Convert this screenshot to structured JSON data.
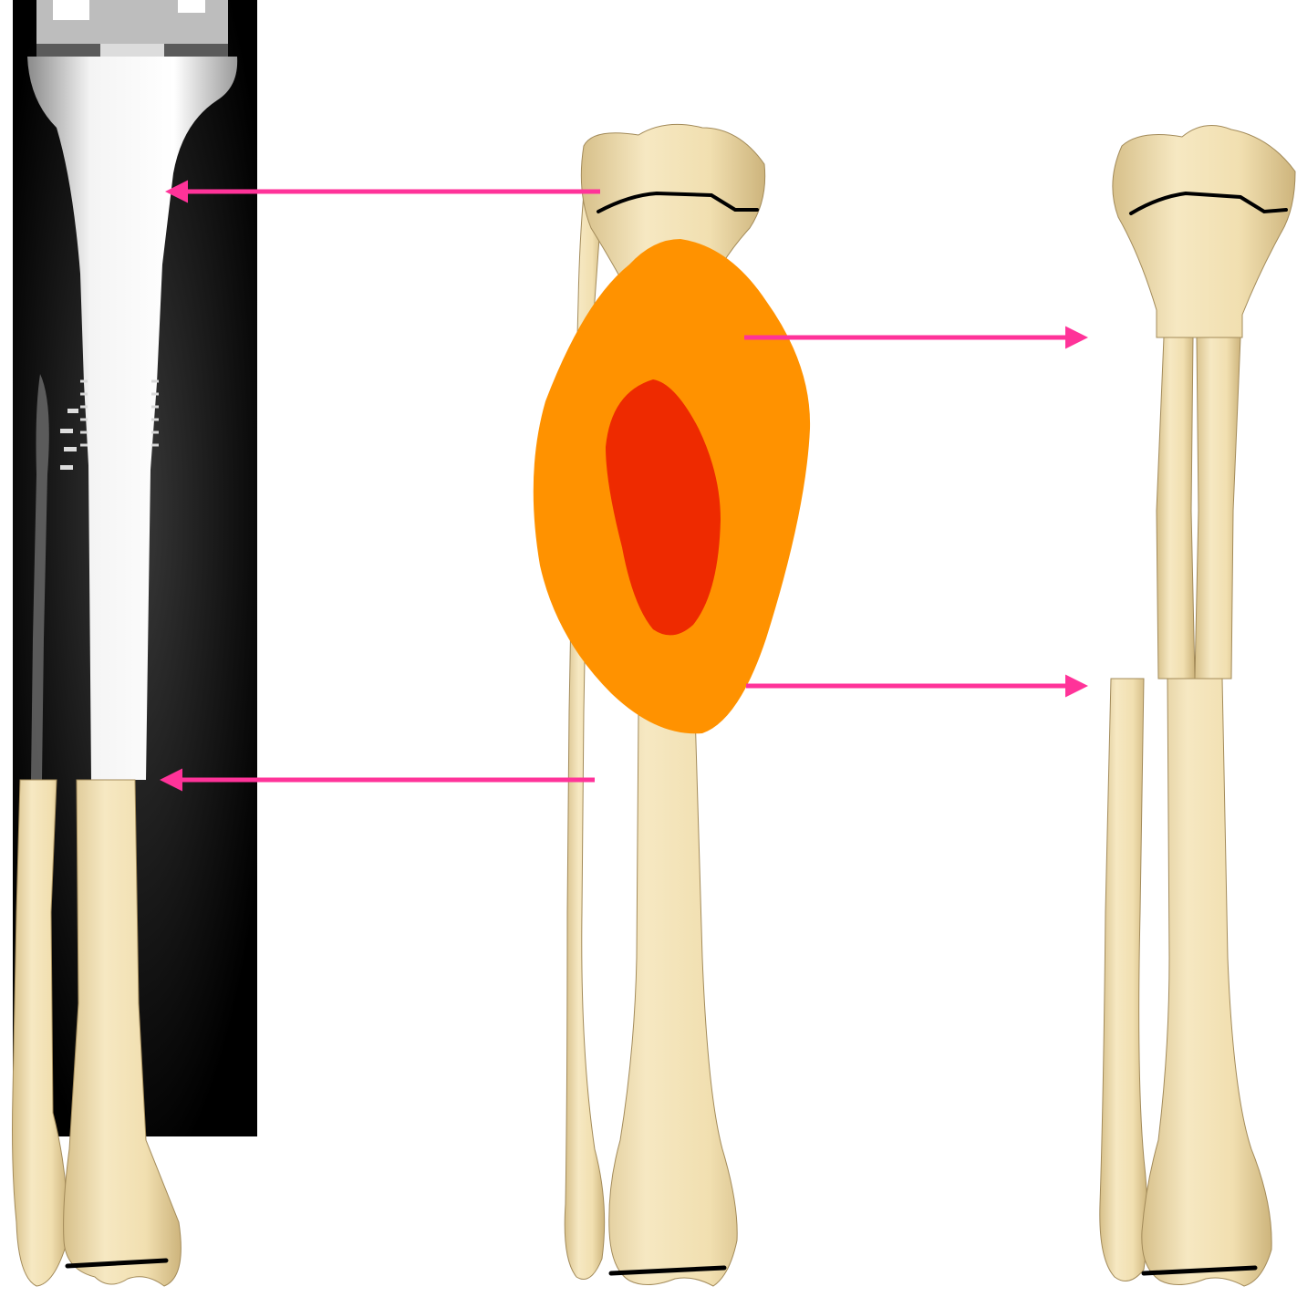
{
  "figure": {
    "panels": [
      {
        "id": "xray-reconstruction",
        "description_visible": false
      },
      {
        "id": "tumor-site",
        "description_visible": false
      },
      {
        "id": "resected-segment",
        "description_visible": false
      }
    ],
    "colors": {
      "background": "#ffffff",
      "bone_fill": "#f2e2b6",
      "bone_shade": "#d9c38e",
      "bone_outline": "#8a7448",
      "xray_background": "#000000",
      "implant": "#e8e8e8",
      "tumor_outer": "#ff9200",
      "tumor_inner": "#ee2a00",
      "arrow": "#ff3399",
      "cut_line": "#000000"
    },
    "arrows": [
      {
        "id": "arrow-top-left",
        "direction": "left"
      },
      {
        "id": "arrow-bottom-left",
        "direction": "left"
      },
      {
        "id": "arrow-top-right",
        "direction": "right"
      },
      {
        "id": "arrow-bottom-right",
        "direction": "right"
      }
    ]
  }
}
